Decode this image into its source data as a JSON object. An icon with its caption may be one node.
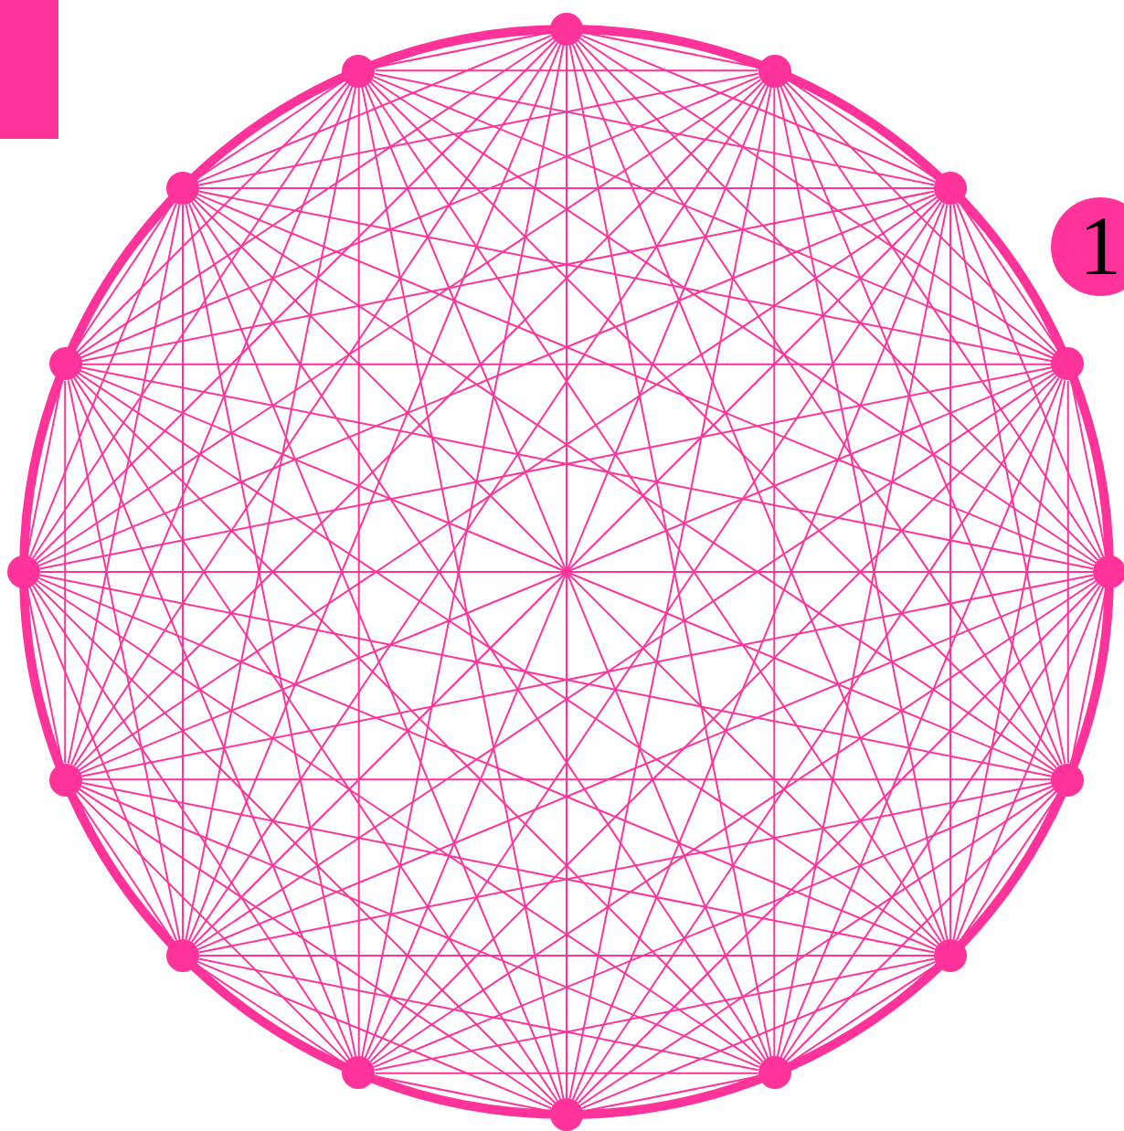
{
  "diagram": {
    "nodes": [
      {
        "text": [],
        "shape": "circle"
      },
      {
        "text": [],
        "shape": "circle"
      },
      {
        "text": [],
        "shape": "circle"
      },
      {
        "text": [],
        "shape": "circle"
      },
      {
        "text": [],
        "shape": "circle"
      },
      {
        "text": [],
        "shape": "circle"
      },
      {
        "text": [],
        "shape": "circle"
      },
      {
        "text": [],
        "shape": "circle"
      },
      {
        "text": [],
        "shape": "circle"
      },
      {
        "text": [],
        "shape": "circle"
      },
      {
        "text": [],
        "shape": "circle"
      },
      {
        "text": [],
        "shape": "circle"
      },
      {
        "text": [],
        "shape": "circle"
      },
      {
        "text": [],
        "shape": "circle"
      },
      {
        "text": [],
        "shape": "circle"
      },
      {
        "text": [],
        "shape": "circle"
      },
      {
        "text": [
          "1"
        ]
      }
    ],
    "edges": [
      {
        "from": 0,
        "to": 1,
        "arrow": "none"
      },
      {
        "from": 0,
        "to": 2,
        "arrow": "none"
      },
      {
        "from": 0,
        "to": 3,
        "arrow": "none"
      },
      {
        "from": 0,
        "to": 4,
        "arrow": "none"
      },
      {
        "from": 0,
        "to": 5,
        "arrow": "none"
      },
      {
        "from": 0,
        "to": 6,
        "arrow": "none"
      },
      {
        "from": 0,
        "to": 7,
        "arrow": "none"
      },
      {
        "from": 0,
        "to": 8,
        "arrow": "none"
      },
      {
        "from": 0,
        "to": 9,
        "arrow": "none"
      },
      {
        "from": 0,
        "to": 10,
        "arrow": "none"
      },
      {
        "from": 0,
        "to": 11,
        "arrow": "none"
      },
      {
        "from": 0,
        "to": 12,
        "arrow": "none"
      },
      {
        "from": 0,
        "to": 13,
        "arrow": "none"
      },
      {
        "from": 0,
        "to": 14,
        "arrow": "none"
      },
      {
        "from": 0,
        "to": 15,
        "arrow": "none"
      },
      {
        "from": 1,
        "to": 2,
        "arrow": "none"
      },
      {
        "from": 1,
        "to": 3,
        "arrow": "none"
      },
      {
        "from": 1,
        "to": 4,
        "arrow": "none"
      },
      {
        "from": 1,
        "to": 5,
        "arrow": "none"
      },
      {
        "from": 1,
        "to": 6,
        "arrow": "none"
      },
      {
        "from": 1,
        "to": 7,
        "arrow": "none"
      },
      {
        "from": 1,
        "to": 8,
        "arrow": "none"
      },
      {
        "from": 1,
        "to": 9,
        "arrow": "none"
      },
      {
        "from": 1,
        "to": 10,
        "arrow": "none"
      },
      {
        "from": 1,
        "to": 11,
        "arrow": "none"
      },
      {
        "from": 1,
        "to": 12,
        "arrow": "none"
      },
      {
        "from": 1,
        "to": 13,
        "arrow": "none"
      },
      {
        "from": 1,
        "to": 14,
        "arrow": "none"
      },
      {
        "from": 1,
        "to": 15,
        "arrow": "none"
      },
      {
        "from": 2,
        "to": 3,
        "arrow": "none"
      },
      {
        "from": 2,
        "to": 4,
        "arrow": "none"
      },
      {
        "from": 2,
        "to": 5,
        "arrow": "none"
      },
      {
        "from": 2,
        "to": 6,
        "arrow": "none"
      },
      {
        "from": 2,
        "to": 7,
        "arrow": "none"
      },
      {
        "from": 2,
        "to": 8,
        "arrow": "none"
      },
      {
        "from": 2,
        "to": 9,
        "arrow": "none"
      },
      {
        "from": 2,
        "to": 10,
        "arrow": "none"
      },
      {
        "from": 2,
        "to": 11,
        "arrow": "none"
      },
      {
        "from": 2,
        "to": 12,
        "arrow": "none"
      },
      {
        "from": 2,
        "to": 13,
        "arrow": "none"
      },
      {
        "from": 2,
        "to": 14,
        "arrow": "none"
      },
      {
        "from": 2,
        "to": 15,
        "arrow": "none"
      },
      {
        "from": 3,
        "to": 4,
        "arrow": "none"
      },
      {
        "from": 3,
        "to": 5,
        "arrow": "none"
      },
      {
        "from": 3,
        "to": 6,
        "arrow": "none"
      },
      {
        "from": 3,
        "to": 7,
        "arrow": "none"
      },
      {
        "from": 3,
        "to": 8,
        "arrow": "none"
      },
      {
        "from": 3,
        "to": 9,
        "arrow": "none"
      },
      {
        "from": 3,
        "to": 10,
        "arrow": "none"
      },
      {
        "from": 3,
        "to": 11,
        "arrow": "none"
      },
      {
        "from": 3,
        "to": 12,
        "arrow": "none"
      },
      {
        "from": 3,
        "to": 13,
        "arrow": "none"
      },
      {
        "from": 3,
        "to": 14,
        "arrow": "none"
      },
      {
        "from": 3,
        "to": 15,
        "arrow": "none"
      },
      {
        "from": 4,
        "to": 5,
        "arrow": "none"
      },
      {
        "from": 4,
        "to": 6,
        "arrow": "none"
      },
      {
        "from": 4,
        "to": 7,
        "arrow": "none"
      },
      {
        "from": 4,
        "to": 8,
        "arrow": "none"
      },
      {
        "from": 4,
        "to": 9,
        "arrow": "none"
      },
      {
        "from": 4,
        "to": 10,
        "arrow": "none"
      },
      {
        "from": 4,
        "to": 11,
        "arrow": "none"
      },
      {
        "from": 4,
        "to": 12,
        "arrow": "none"
      },
      {
        "from": 4,
        "to": 13,
        "arrow": "none"
      },
      {
        "from": 4,
        "to": 14,
        "arrow": "none"
      },
      {
        "from": 4,
        "to": 15,
        "arrow": "none"
      },
      {
        "from": 5,
        "to": 6,
        "arrow": "none"
      },
      {
        "from": 5,
        "to": 7,
        "arrow": "none"
      },
      {
        "from": 5,
        "to": 8,
        "arrow": "none"
      },
      {
        "from": 5,
        "to": 9,
        "arrow": "none"
      },
      {
        "from": 5,
        "to": 10,
        "arrow": "none"
      },
      {
        "from": 5,
        "to": 11,
        "arrow": "none"
      },
      {
        "from": 5,
        "to": 12,
        "arrow": "none"
      },
      {
        "from": 5,
        "to": 13,
        "arrow": "none"
      },
      {
        "from": 5,
        "to": 14,
        "arrow": "none"
      },
      {
        "from": 5,
        "to": 15,
        "arrow": "none"
      },
      {
        "from": 6,
        "to": 7,
        "arrow": "none"
      },
      {
        "from": 6,
        "to": 8,
        "arrow": "none"
      },
      {
        "from": 6,
        "to": 9,
        "arrow": "none"
      },
      {
        "from": 6,
        "to": 10,
        "arrow": "none"
      },
      {
        "from": 6,
        "to": 11,
        "arrow": "none"
      },
      {
        "from": 6,
        "to": 12,
        "arrow": "none"
      },
      {
        "from": 6,
        "to": 13,
        "arrow": "none"
      },
      {
        "from": 6,
        "to": 14,
        "arrow": "none"
      },
      {
        "from": 6,
        "to": 15,
        "arrow": "none"
      },
      {
        "from": 7,
        "to": 8,
        "arrow": "none"
      },
      {
        "from": 7,
        "to": 9,
        "arrow": "none"
      },
      {
        "from": 7,
        "to": 10,
        "arrow": "none"
      },
      {
        "from": 7,
        "to": 11,
        "arrow": "none"
      },
      {
        "from": 7,
        "to": 12,
        "arrow": "none"
      },
      {
        "from": 7,
        "to": 13,
        "arrow": "none"
      },
      {
        "from": 7,
        "to": 14,
        "arrow": "none"
      },
      {
        "from": 7,
        "to": 15,
        "arrow": "none"
      },
      {
        "from": 8,
        "to": 9,
        "arrow": "none"
      },
      {
        "from": 8,
        "to": 10,
        "arrow": "none"
      },
      {
        "from": 8,
        "to": 11,
        "arrow": "none"
      },
      {
        "from": 8,
        "to": 12,
        "arrow": "none"
      },
      {
        "from": 8,
        "to": 13,
        "arrow": "none"
      },
      {
        "from": 8,
        "to": 14,
        "arrow": "none"
      },
      {
        "from": 8,
        "to": 15,
        "arrow": "none"
      },
      {
        "from": 9,
        "to": 10,
        "arrow": "none"
      },
      {
        "from": 9,
        "to": 11,
        "arrow": "none"
      },
      {
        "from": 9,
        "to": 12,
        "arrow": "none"
      },
      {
        "from": 9,
        "to": 13,
        "arrow": "none"
      },
      {
        "from": 9,
        "to": 14,
        "arrow": "none"
      },
      {
        "from": 9,
        "to": 15,
        "arrow": "none"
      },
      {
        "from": 10,
        "to": 11,
        "arrow": "none"
      },
      {
        "from": 10,
        "to": 12,
        "arrow": "none"
      },
      {
        "from": 10,
        "to": 13,
        "arrow": "none"
      },
      {
        "from": 10,
        "to": 14,
        "arrow": "none"
      },
      {
        "from": 10,
        "to": 15,
        "arrow": "none"
      },
      {
        "from": 11,
        "to": 12,
        "arrow": "none"
      },
      {
        "from": 11,
        "to": 13,
        "arrow": "none"
      },
      {
        "from": 11,
        "to": 14,
        "arrow": "none"
      },
      {
        "from": 11,
        "to": 15,
        "arrow": "none"
      },
      {
        "from": 12,
        "to": 13,
        "arrow": "none"
      },
      {
        "from": 12,
        "to": 14,
        "arrow": "none"
      },
      {
        "from": 12,
        "to": 15,
        "arrow": "none"
      },
      {
        "from": 13,
        "to": 14,
        "arrow": "none"
      },
      {
        "from": 13,
        "to": 15,
        "arrow": "none"
      },
      {
        "from": 14,
        "to": 15,
        "arrow": "none"
      }
    ]
  }
}
